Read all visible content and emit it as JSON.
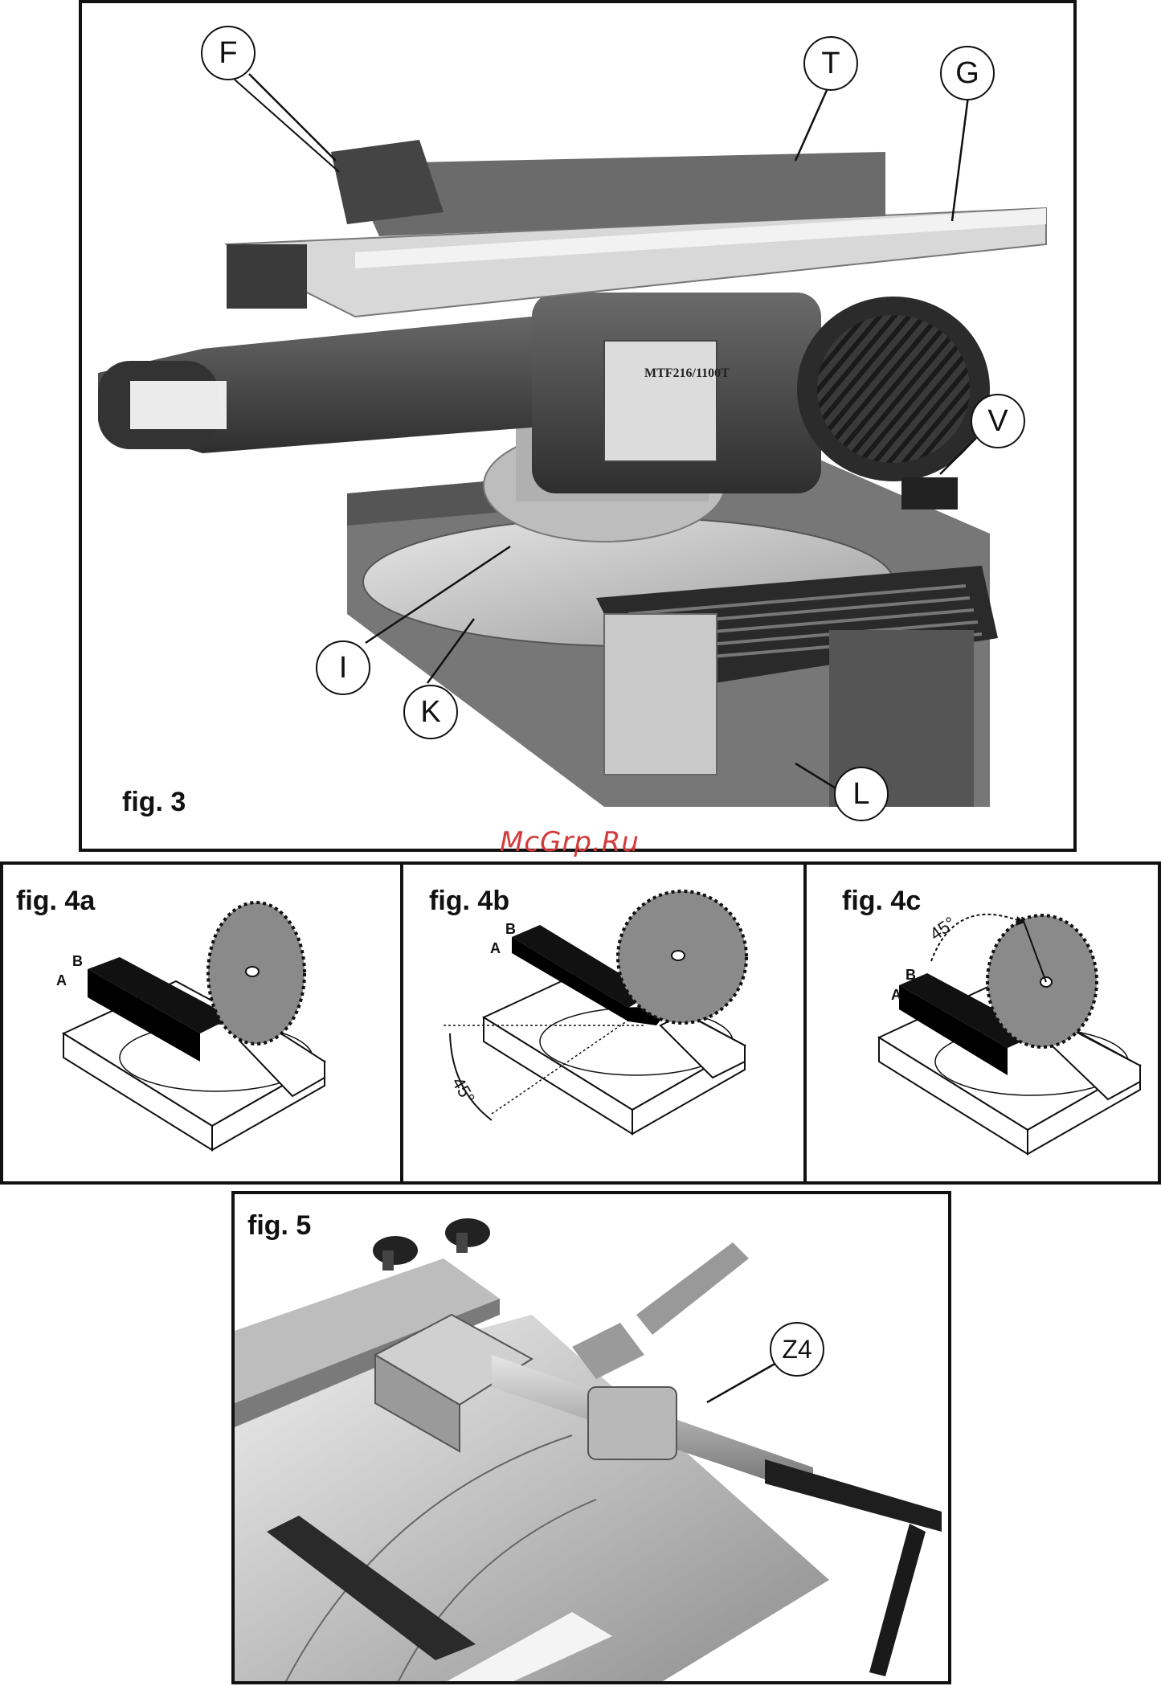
{
  "figures": {
    "fig3": {
      "label": "fig. 3",
      "plate": "MTF216/1100T",
      "callouts": [
        "F",
        "T",
        "G",
        "V",
        "I",
        "K",
        "L"
      ]
    },
    "fig4a": {
      "label": "fig. 4a",
      "mark_a": "A",
      "mark_b": "B"
    },
    "fig4b": {
      "label": "fig. 4b",
      "mark_a": "A",
      "mark_b": "B",
      "angle": "45°"
    },
    "fig4c": {
      "label": "fig. 4c",
      "mark_a": "A",
      "mark_b": "B",
      "angle": "45°"
    },
    "fig5": {
      "label": "fig. 5",
      "callouts": [
        "Z4"
      ]
    }
  },
  "watermark": "McGrp.Ru"
}
